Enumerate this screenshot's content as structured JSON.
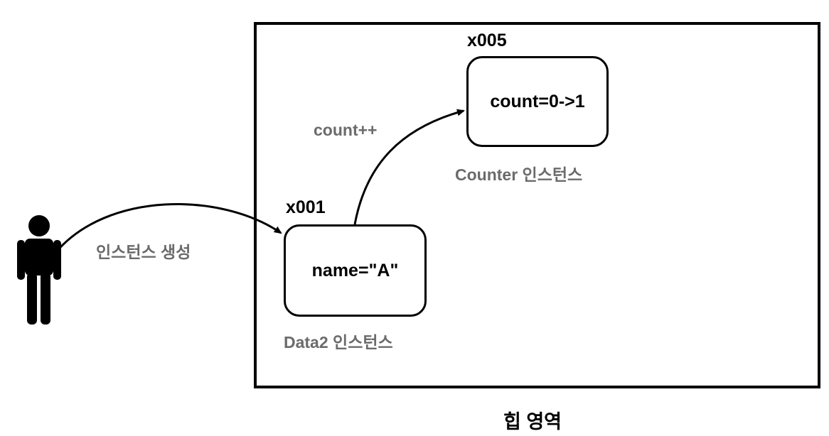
{
  "heap": {
    "label": "힙 영역"
  },
  "data2_instance": {
    "address": "x001",
    "field": "name=\"A\"",
    "caption": "Data2 인스턴스"
  },
  "counter_instance": {
    "address": "x005",
    "field": "count=0->1",
    "caption": "Counter 인스턴스"
  },
  "arrows": {
    "create_label": "인스턴스 생성",
    "increment_label": "count++"
  },
  "actor": {
    "icon": "person-icon"
  }
}
